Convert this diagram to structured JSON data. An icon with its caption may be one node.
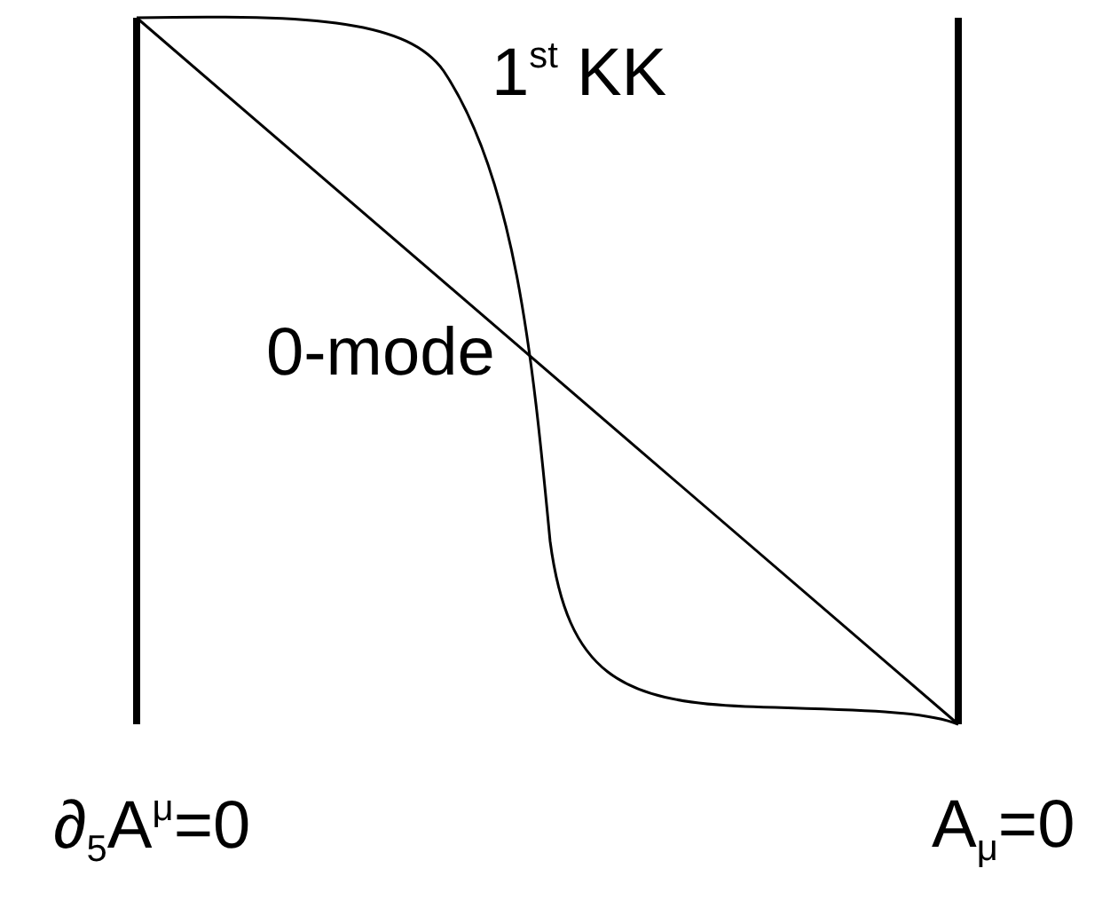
{
  "diagram": {
    "labels": [
      "1$^{st}$ KK",
      "0-mode",
      "∂$_{5}$A$^{μ}$=0",
      "A$_{μ}$=0"
    ]
  }
}
